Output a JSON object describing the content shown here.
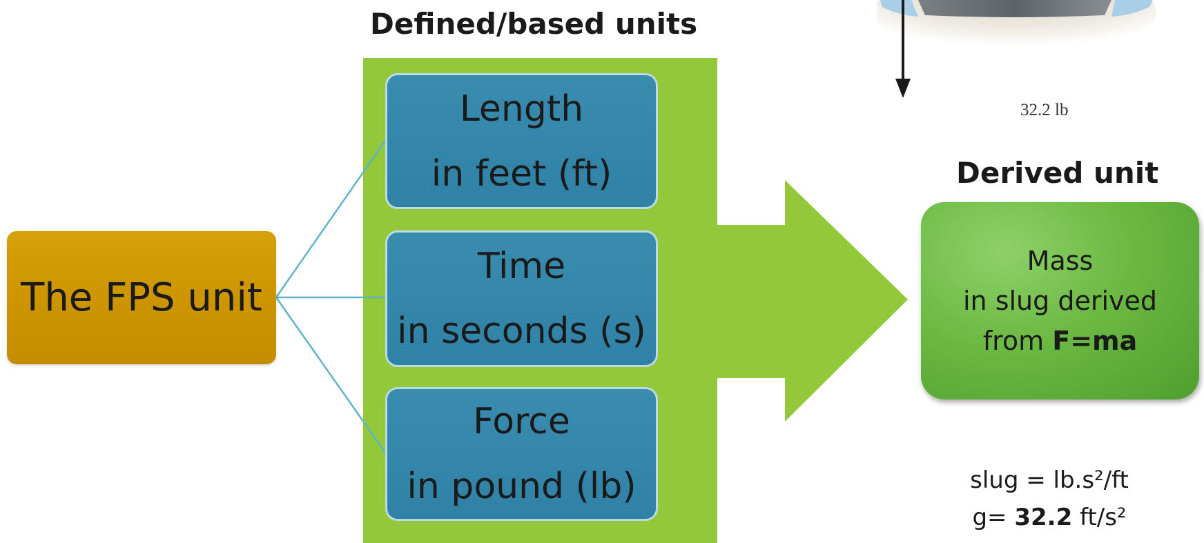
{
  "headings": {
    "defined": "Defined/based units",
    "derived": "Derived unit"
  },
  "root": {
    "label": "The FPS unit"
  },
  "units": [
    {
      "title": "Length",
      "detail": "in feet (ft)"
    },
    {
      "title": "Time",
      "detail": "in seconds (s)"
    },
    {
      "title": "Force",
      "detail": "in pound (lb)"
    }
  ],
  "derived": {
    "line1": "Mass",
    "line2": "in slug derived",
    "line3_prefix": "from ",
    "line3_bold": "F=ma"
  },
  "formulas": {
    "slug": "slug = lb.s²/ft",
    "g_prefix": "g= ",
    "g_bold": "32.2",
    "g_unit": " ft/s²"
  },
  "figure": {
    "weight_label": "32.2 lb"
  },
  "colors": {
    "root": "#cc9500",
    "panel": "#92c83a",
    "unit_box": "#3288ab",
    "derived_box": "#6cb943",
    "connector": "#5fb3c6"
  }
}
